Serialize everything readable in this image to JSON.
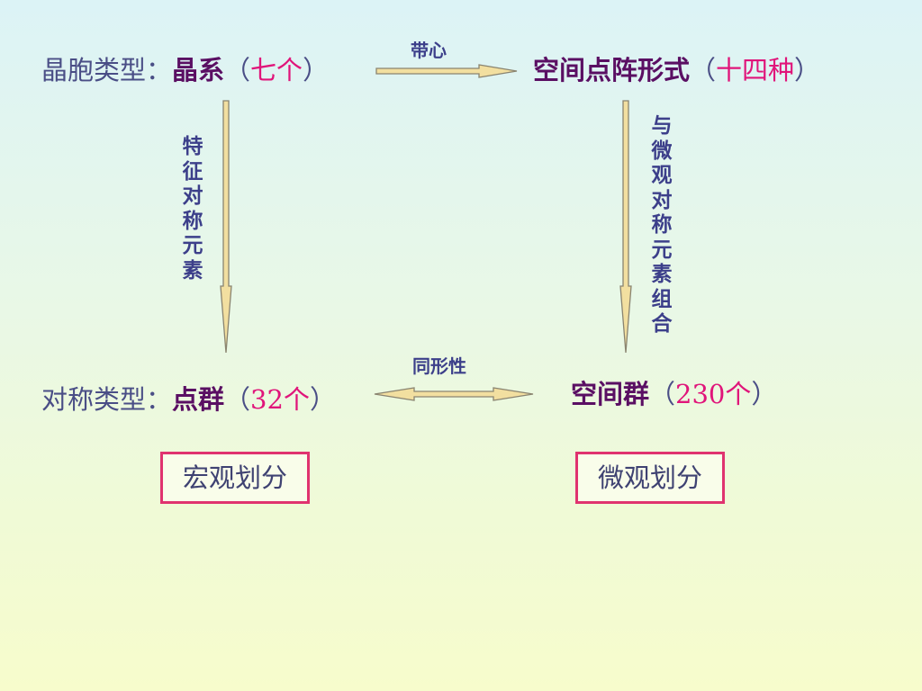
{
  "top_left": {
    "label": "晶胞类型：",
    "name": "晶系",
    "open_paren": "（",
    "count": "七个",
    "close_paren": "）"
  },
  "top_right": {
    "name": "空间点阵形式",
    "open_paren": "（",
    "count": "十四种",
    "close_paren": "）"
  },
  "bottom_left": {
    "label": "对称类型：",
    "name": "点群",
    "open_paren": "（",
    "count": "32个",
    "close_paren": "）"
  },
  "bottom_right": {
    "name": "空间群",
    "open_paren": "（",
    "count": "230个",
    "close_paren": "）"
  },
  "arrows": {
    "top_label": "带心",
    "left_label": "特征对称元素",
    "right_label": "与微观对称元素组合",
    "bottom_label": "同形性"
  },
  "boxes": {
    "left": "宏观划分",
    "right": "微观划分"
  },
  "colors": {
    "muted_text": "#4a4e86",
    "strong_text": "#5a0f63",
    "accent_text": "#e0157a",
    "arrow_fill": "#f2dfa0",
    "arrow_stroke": "#8a8470",
    "box_border": "#e0336f"
  }
}
